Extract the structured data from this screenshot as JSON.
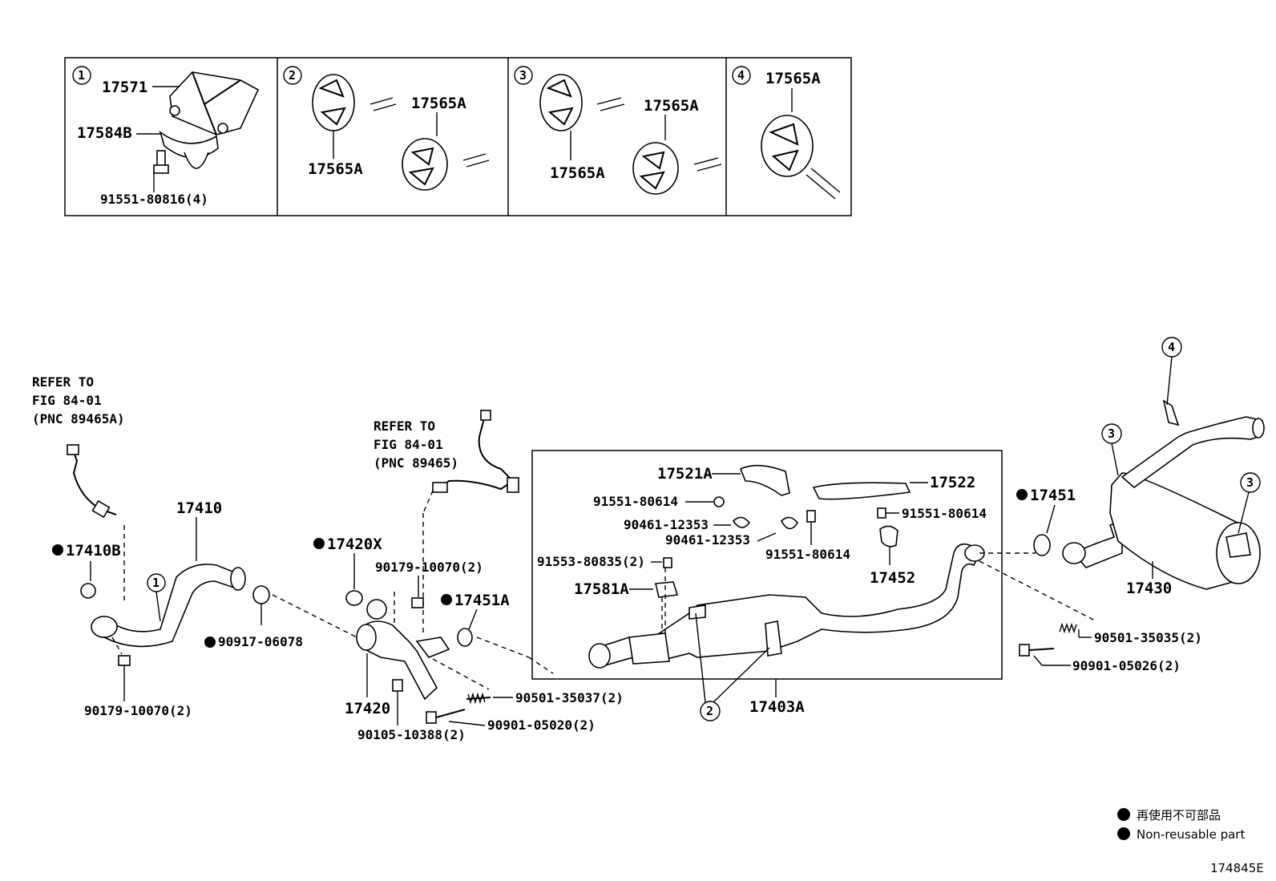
{
  "callouts": {
    "c1": "1",
    "c2": "2",
    "c3": "3",
    "c4": "4"
  },
  "top_panels": {
    "p1": {
      "parts": [
        "17571",
        "17584B",
        "91551-80816(4)"
      ]
    },
    "p2": {
      "parts": [
        "17565A",
        "17565A"
      ]
    },
    "p3": {
      "parts": [
        "17565A",
        "17565A"
      ]
    },
    "p4": {
      "parts": [
        "17565A"
      ]
    }
  },
  "refer_left": [
    "REFER TO",
    "FIG 84-01",
    "(PNC 89465A)"
  ],
  "refer_mid": [
    "REFER TO",
    "FIG 84-01",
    "(PNC 89465)"
  ],
  "parts": {
    "p17410": "17410",
    "p17410B": "17410B",
    "p90917": "90917-06078",
    "p90179a": "90179-10070(2)",
    "p17420X": "17420X",
    "p90179b": "90179-10070(2)",
    "p17451A": "17451A",
    "p17420": "17420",
    "p90105": "90105-10388(2)",
    "p90501a": "90501-35037(2)",
    "p90901a": "90901-05020(2)",
    "p17521A": "17521A",
    "p17522": "17522",
    "p91551a": "91551-80614",
    "p90461a": "90461-12353",
    "p90461b": "90461-12353",
    "p91551b": "91551-80614",
    "p91551c": "91551-80614",
    "p91553": "91553-80835(2)",
    "p17452": "17452",
    "p17581A": "17581A",
    "p17403A": "17403A",
    "p17451": "17451",
    "p17430": "17430",
    "p90501b": "90501-35035(2)",
    "p90901b": "90901-05026(2)"
  },
  "legend": {
    "jp": "再使用不可部品",
    "en": "Non-reusable part"
  },
  "figure_code": "174845E"
}
